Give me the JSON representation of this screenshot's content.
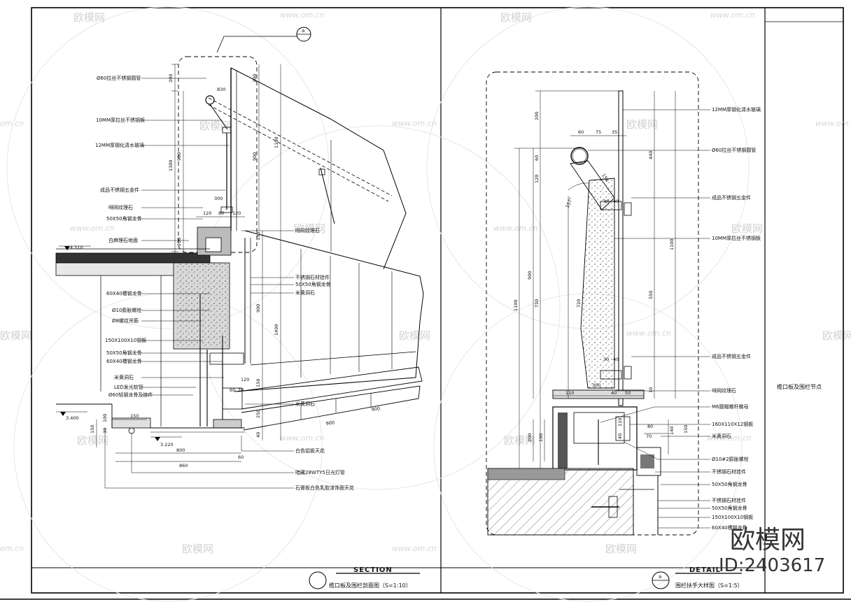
{
  "watermark": {
    "brand": "欧模网",
    "url": "www.om.cn",
    "url_short": "om.cn"
  },
  "left_title": {
    "en": "SECTION",
    "cn": "檐口板及围栏剖面图（S=1:10）"
  },
  "right_title": {
    "mark": "a",
    "en": "DETAIL",
    "cn": "围栏扶手大样图（S=1:5）"
  },
  "section_mark": "a",
  "side_label": "檐口板及围栏节点",
  "brand_block": {
    "name": "欧模网",
    "id": "ID:2403617"
  },
  "left_labels": [
    "Ø60拉丝不锈钢圆管",
    "10MM厚拉丝不锈钢板",
    "12MM厚钢化清水玻璃",
    "成品不锈钢五金件",
    "啡网纹理石",
    "50X50角钢龙骨",
    "白麻理石地面",
    "60X40槽钢龙骨",
    "Ø10膨胀螺栓",
    "Ø8螺纹吊筋",
    "150X100X10钢板",
    "50X50角钢龙骨",
    "60X40槽钢龙骨",
    "米黄洞石",
    "LED发光软管",
    "Ø60轻钢龙骨及挂件"
  ],
  "left_right_labels": [
    "啡网纹理石",
    "不锈钢石材挂件",
    "50X50角钢龙骨",
    "米黄洞石",
    "米黄洞石"
  ],
  "left_bottom_labels": [
    "白色铝板天花",
    "暗藏28WTY5日光灯管",
    "石膏板白色乳胶漆饰面天花"
  ],
  "right_labels": [
    "12MM厚钢化清水玻璃",
    "Ø60拉丝不锈钢圆管",
    "成品不锈钢五金件",
    "10MM厚拉丝不锈钢板",
    "成品不锈钢五金件",
    "啡网纹理石",
    "M6圆帽螺杆螺母",
    "160X110X12钢板",
    "米黄洞石",
    "Ø10#2膨胀螺栓",
    "不锈钢石材挂件",
    "50X50角钢龙骨",
    "不锈钢石材挂件",
    "50X50角钢龙骨",
    "150X100X10钢板",
    "60X40槽钢龙骨"
  ],
  "left_levels": [
    "4.510",
    "3.400",
    "3.220"
  ],
  "left_dims_top": [
    "830",
    "300",
    "120",
    "80",
    "120"
  ],
  "left_dims_v": [
    "200",
    "1300",
    "900",
    "200",
    "200",
    "1100",
    "900",
    "150",
    "900",
    "1490",
    "150",
    "250",
    "40",
    "150",
    "100",
    "30"
  ],
  "left_dims_bottom": [
    "150",
    "800",
    "860",
    "60",
    "900",
    "900",
    "120",
    "60",
    "70"
  ],
  "right_dims_top": [
    "60",
    "75",
    "35",
    "154",
    "40",
    "30",
    "300",
    "110",
    "40",
    "50",
    "30",
    "40",
    "80",
    "70"
  ],
  "right_dims_v": [
    "200",
    "60",
    "120",
    "1100",
    "900",
    "720",
    "720",
    "440",
    "1100",
    "550",
    "200",
    "190",
    "150",
    "140",
    "10",
    "110",
    "40"
  ],
  "right_angle": "157°"
}
